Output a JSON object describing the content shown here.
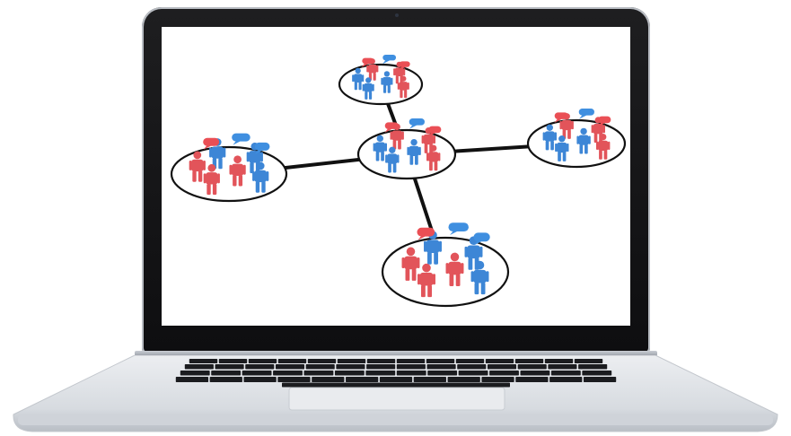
{
  "scene": {
    "subject": "laptop",
    "screen_content": "social-network-diagram",
    "colors": {
      "bezel": "#121214",
      "aluminum": "#dfe2e6",
      "keys": "#1b1c1f",
      "person_blue": "#3d86d6",
      "person_red": "#e2545a",
      "bubble_blue": "#3f8fe0",
      "bubble_red": "#ea4f55",
      "line": "#111111"
    },
    "network": {
      "hub": "center-cluster",
      "clusters": [
        "top-cluster",
        "left-cluster",
        "right-cluster",
        "bottom-cluster"
      ]
    }
  }
}
